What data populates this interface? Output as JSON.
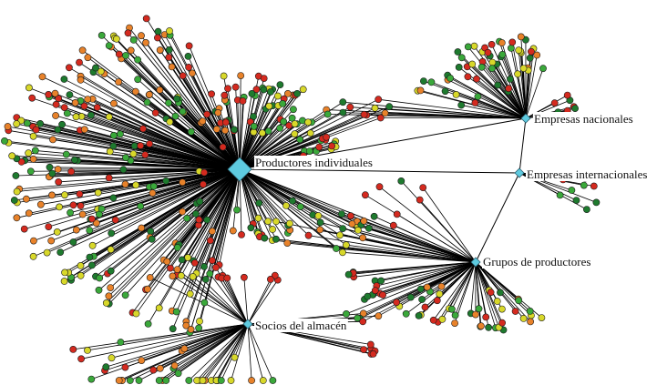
{
  "diagram": {
    "hubs": [
      {
        "id": "productores",
        "label": "Productores individuales",
        "size": "large"
      },
      {
        "id": "nacionales",
        "label": "Empresas nacionales",
        "size": "small"
      },
      {
        "id": "internacionales",
        "label": "Empresas internacionales",
        "size": "small"
      },
      {
        "id": "grupos",
        "label": "Grupos de productores",
        "size": "small"
      },
      {
        "id": "socios",
        "label": "Socios del almacén",
        "size": "small"
      }
    ],
    "hub_links": [
      [
        "productores",
        "nacionales"
      ],
      [
        "productores",
        "internacionales"
      ],
      [
        "productores",
        "grupos"
      ],
      [
        "internacionales",
        "grupos"
      ],
      [
        "nacionales",
        "internacionales"
      ]
    ],
    "node_colors": {
      "red": "#d42a1f",
      "green": "#3aa83a",
      "dark_green": "#1e7a2e",
      "orange": "#e8822a",
      "yellow": "#d8d82a",
      "hub": "#5ecbe0"
    }
  }
}
